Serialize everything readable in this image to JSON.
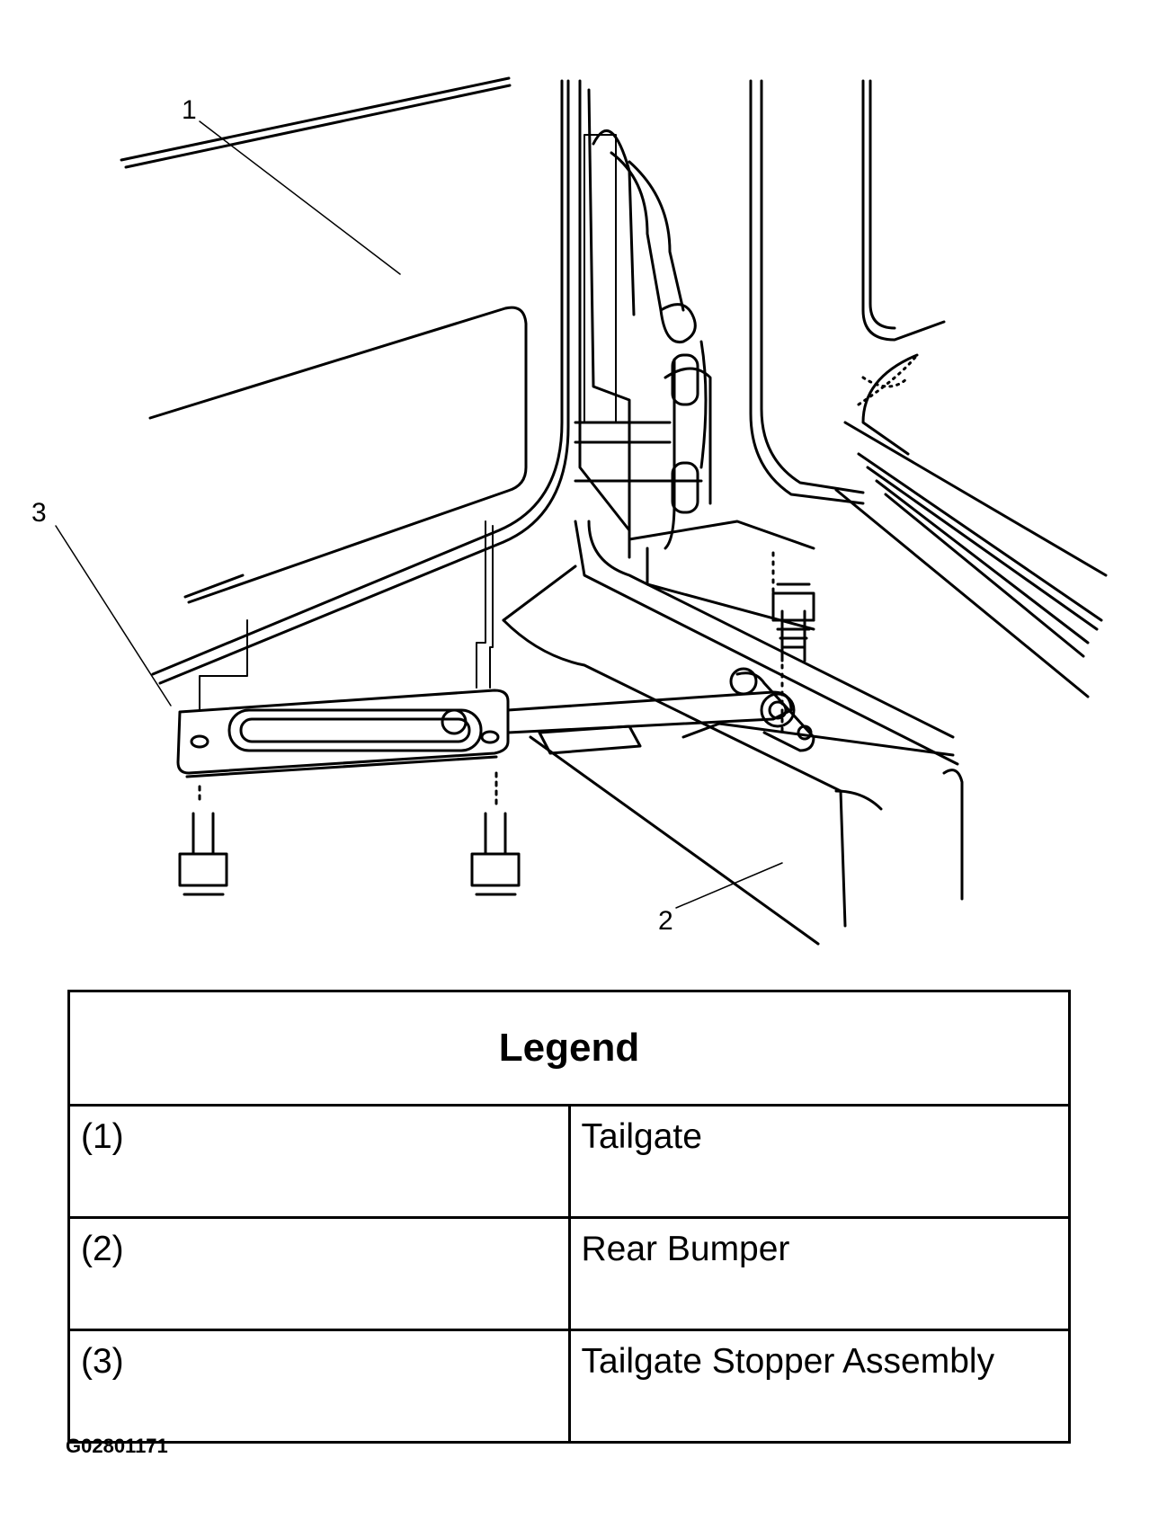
{
  "diagram": {
    "callouts": [
      {
        "id": "callout-1",
        "label": "1"
      },
      {
        "id": "callout-2",
        "label": "2"
      },
      {
        "id": "callout-3",
        "label": "3"
      }
    ]
  },
  "legend": {
    "title": "Legend",
    "rows": [
      {
        "number": "(1)",
        "description": "Tailgate"
      },
      {
        "number": "(2)",
        "description": "Rear Bumper"
      },
      {
        "number": "(3)",
        "description": "Tailgate Stopper Assembly"
      }
    ]
  },
  "figure_id": "G02801171"
}
